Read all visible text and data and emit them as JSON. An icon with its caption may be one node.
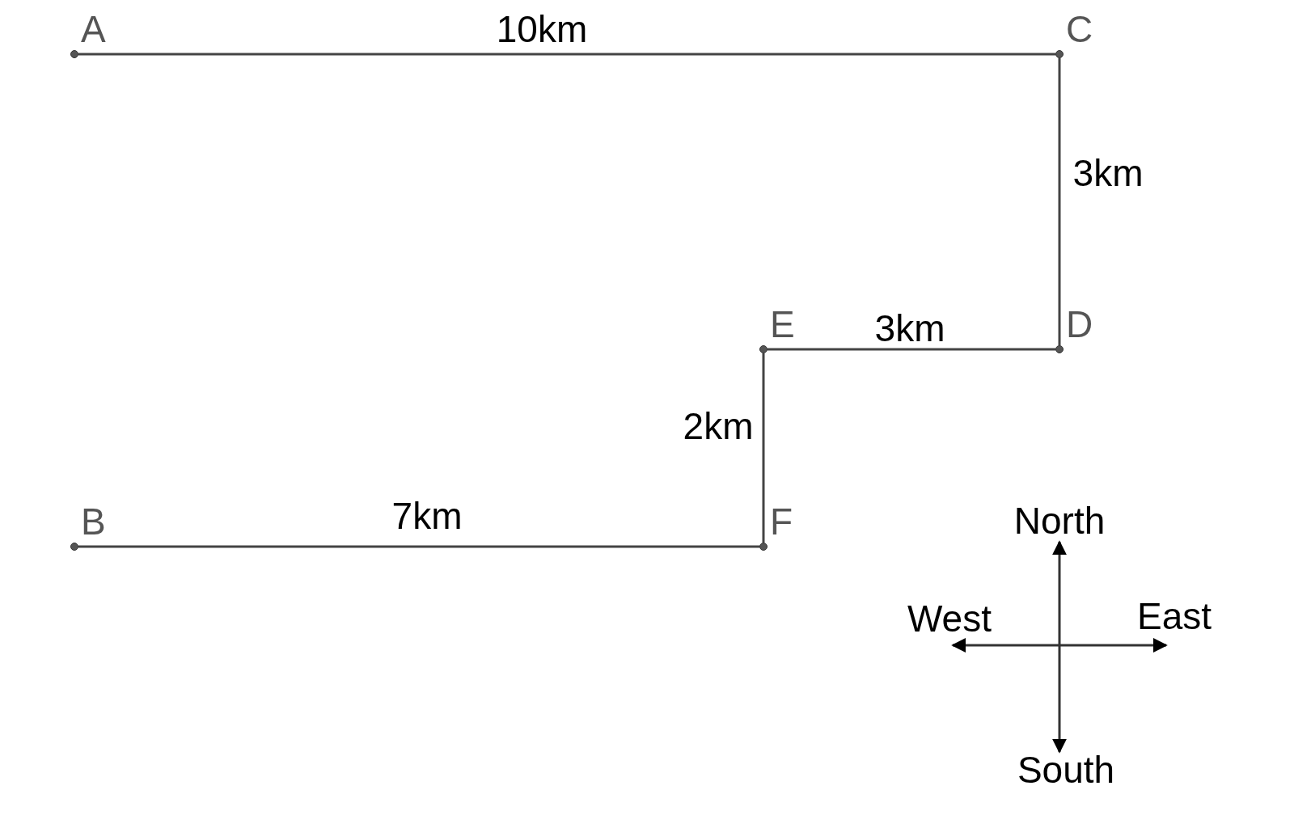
{
  "diagram": {
    "nodes": [
      {
        "text": [
          "A"
        ]
      },
      {
        "text": [
          "C"
        ]
      },
      {
        "text": [
          "E"
        ]
      },
      {
        "text": [
          "D"
        ]
      },
      {
        "text": [
          "B"
        ]
      },
      {
        "text": [
          "F"
        ]
      }
    ],
    "edges": [
      {
        "from": 0,
        "to": 1,
        "arrow": "none",
        "label": "10km"
      },
      {
        "from": 1,
        "to": 3,
        "arrow": "none",
        "label": "3km"
      },
      {
        "from": 3,
        "to": 2,
        "arrow": "none",
        "label": "3km"
      },
      {
        "from": 2,
        "to": 5,
        "arrow": "none",
        "label": "2km"
      },
      {
        "from": 5,
        "to": 4,
        "arrow": "none",
        "label": "7km"
      }
    ],
    "labels": [
      "North",
      "West",
      "East",
      "South"
    ]
  }
}
